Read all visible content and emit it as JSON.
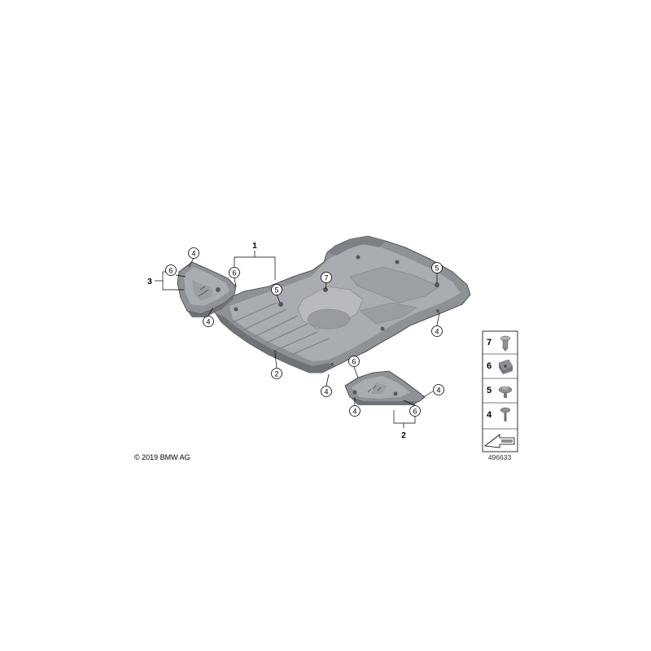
{
  "callouts": {
    "c4_topleft": "4",
    "c6_left": "6",
    "c6_mid": "6",
    "c5_mid": "5",
    "c7_mid": "7",
    "c5_right": "5",
    "c4_right": "4",
    "c4_leftpanel_bottom": "4",
    "c2_under": "2",
    "c6_rightpanel": "6",
    "c4_rightpanel_right": "4",
    "c4_rightpanel_left_upper": "4",
    "c4_rightpanel_left_lower": "4",
    "c6_rightpanel_lower": "6"
  },
  "groups": {
    "g1": "1",
    "g2": "2",
    "g3": "3"
  },
  "legend": {
    "items": [
      {
        "number": "7"
      },
      {
        "number": "6"
      },
      {
        "number": "5"
      },
      {
        "number": "4"
      }
    ]
  },
  "image_id": "496633",
  "copyright": "© 2019 BMW AG",
  "colors": {
    "panel_fill": "#8e9196",
    "panel_light": "#a9acb0",
    "panel_dark": "#6f7277",
    "line": "#000000"
  }
}
